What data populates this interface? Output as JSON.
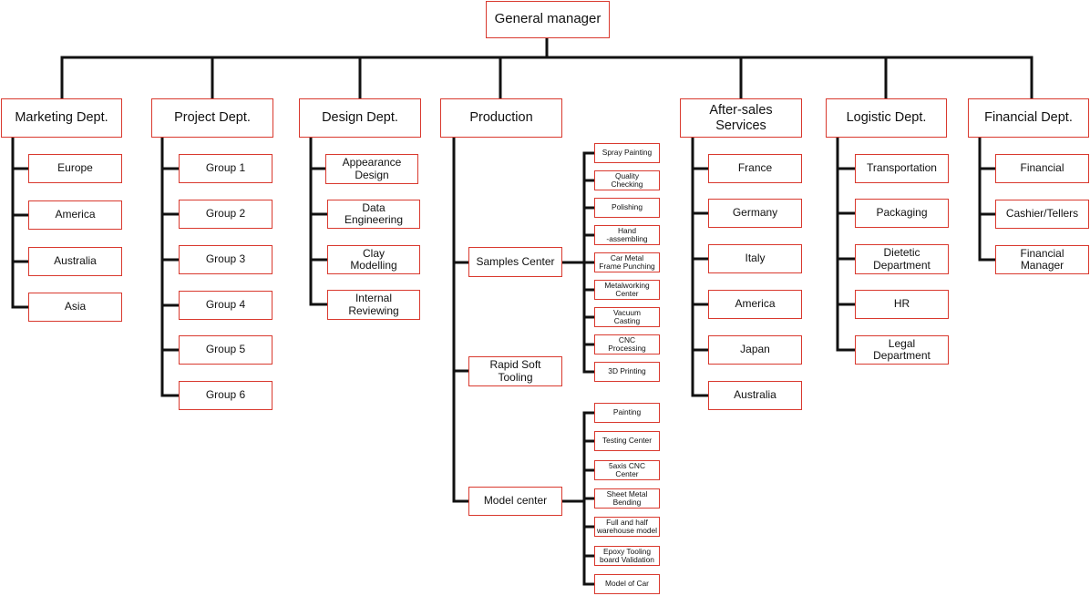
{
  "root": "General manager",
  "departments": [
    {
      "name": "Marketing Dept.",
      "children": [
        "Europe",
        "America",
        "Australia",
        "Asia"
      ]
    },
    {
      "name": "Project Dept.",
      "children": [
        "Group 1",
        "Group 2",
        "Group 3",
        "Group 4",
        "Group 5",
        "Group 6"
      ]
    },
    {
      "name": "Design Dept.",
      "children": [
        "Appearance\nDesign",
        "Data\nEngineering",
        "Clay\nModelling",
        "Internal\nReviewing"
      ]
    },
    {
      "name": "Production",
      "centers": [
        {
          "name": "Samples Center",
          "children": [
            "Spray Painting",
            "Quality\nChecking",
            "Polishing",
            "Hand\n-assembling",
            "Car Metal\nFrame Punching",
            "Metalworking\nCenter",
            "Vacuum\nCasting",
            "CNC\nProcessing",
            "3D Printing"
          ]
        },
        {
          "name": "Rapid Soft\nTooling",
          "children": []
        },
        {
          "name": "Model center",
          "children": [
            "Painting",
            "Testing Center",
            "5axis CNC\nCenter",
            "Sheet Metal\nBending",
            "Full and half\nwarehouse model",
            "Epoxy Tooling\nboard  Validation",
            "Model of Car"
          ]
        }
      ]
    },
    {
      "name": "After-sales\nServices",
      "children": [
        "France",
        "Germany",
        "Italy",
        "America",
        "Japan",
        "Australia"
      ]
    },
    {
      "name": "Logistic Dept.",
      "children": [
        "Transportation",
        "Packaging",
        "Dietetic\nDepartment",
        "HR",
        "Legal\nDepartment"
      ]
    },
    {
      "name": "Financial Dept.",
      "children": [
        "Financial",
        "Cashier/Tellers",
        "Financial\nManager"
      ]
    }
  ]
}
